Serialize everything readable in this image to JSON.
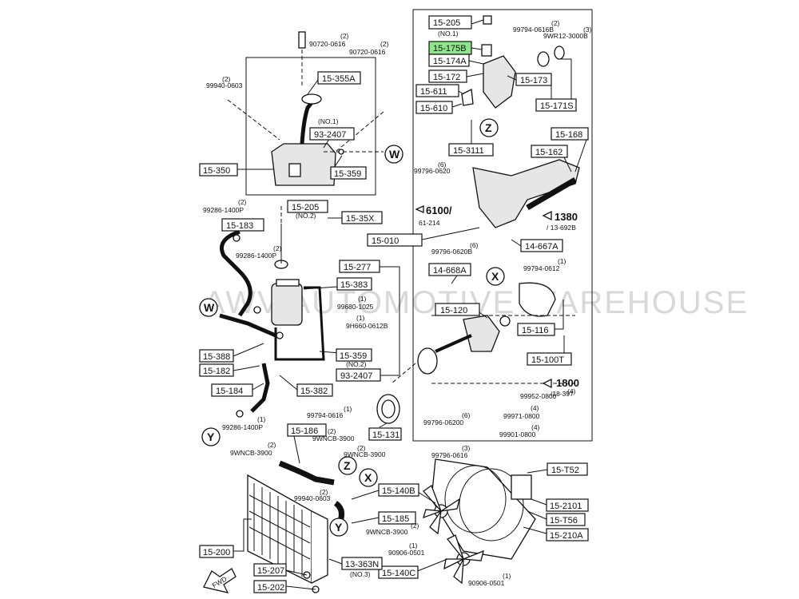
{
  "watermark": "AWV AUTOMOTIVE WAREHOUSE",
  "part_labels": {
    "p15_205_top": "15-205",
    "no1_a": "(NO.1)",
    "p15_175b": "15-175B",
    "p15_174a": "15-174A",
    "p15_172": "15-172",
    "p15_173": "15-173",
    "p15_171s": "15-171S",
    "p15_611": "15-611",
    "p15_610": "15-610",
    "p15_3111": "15-3111",
    "p15_168": "15-168",
    "p15_162": "15-162",
    "p15_010": "15-010",
    "p14_667a": "14-667A",
    "p14_668a": "14-668A",
    "p15_120": "15-120",
    "p15_116": "15-116",
    "p15_100t": "15-100T",
    "p15_131": "15-131",
    "p15_355a": "15-355A",
    "no1_b": "(NO.1)",
    "p93_2407_a": "93-2407",
    "p15_350": "15-350",
    "p15_359_a": "15-359",
    "p15_205_mid": "15-205",
    "no2_a": "(NO.2)",
    "p15_35x": "15-35X",
    "p15_183": "15-183",
    "p15_277": "15-277",
    "p15_383": "15-383",
    "p15_388": "15-388",
    "p15_182": "15-182",
    "p15_359_b": "15-359",
    "p93_2407_b": "93-2407",
    "no2_b": "(NO.2)",
    "p15_184": "15-184",
    "p15_382": "15-382",
    "p15_186": "15-186",
    "p15_140b": "15-140B",
    "p15_185": "15-185",
    "p15_140c": "15-140C",
    "p15_200": "15-200",
    "p15_207": "15-207",
    "p15_202": "15-202",
    "p13_363n": "13-363N",
    "no3": "(NO.3)",
    "p15_t52": "15-T52",
    "p15_2101": "15-2101",
    "p15_t56": "15-T56",
    "p15_210a": "15-210A"
  },
  "highlighted_part": "15-175B",
  "refs": {
    "r6100": "6100/",
    "r61214": "61-214",
    "r1380": "1380",
    "r13692b": "/ 13-692B",
    "r1800": "1800",
    "r18397": "/18-397"
  },
  "callouts": {
    "W1": "W",
    "W2": "W",
    "Z1": "Z",
    "Z2": "Z",
    "X1": "X",
    "X2": "X",
    "Y1": "Y",
    "Y2": "Y"
  },
  "hardware": {
    "h90720_0616_a": "90720-0616",
    "h90720_0616_b": "90720-0616",
    "h99940_0603_a": "99940-0603",
    "h99286_1400p_a": "99286-1400P",
    "h99286_1400p_b": "99286-1400P",
    "h99680_1025": "99680-1025",
    "h9h660_0612b": "9H660-0612B",
    "h99286_1400p_c": "99286-1400P",
    "h99794_0616b": "99794-0616B",
    "h9wr12_3000b": "9WR12-3000B",
    "h99796_0620": "99796-0620",
    "h99796_0620b": "99796-0620B",
    "h99794_0612": "99794-0612",
    "h99794_0616": "99794-0616",
    "h99952_0800": "99952-0800",
    "h99971_0800": "99971-0800",
    "h99796_06200": "99796-06200",
    "h99901_0800": "99901-0800",
    "h9wncb_3900_a": "9WNCB-3900",
    "h9wncb_3900_b": "9WNCB-3900",
    "h9wncb_3900_c": "9WNCB-3900",
    "h99940_0603_b": "99940-0603",
    "h9wncb_3900_d": "9WNCB-3900",
    "h90906_0501_a": "90906-0501",
    "h90906_0501_b": "90906-0501",
    "h99796_0616": "99796-0616"
  },
  "qty": {
    "q2": "(2)",
    "q3": "(3)",
    "q1": "(1)",
    "q4": "(4)",
    "q6": "(6)"
  },
  "fwd": "FWD"
}
